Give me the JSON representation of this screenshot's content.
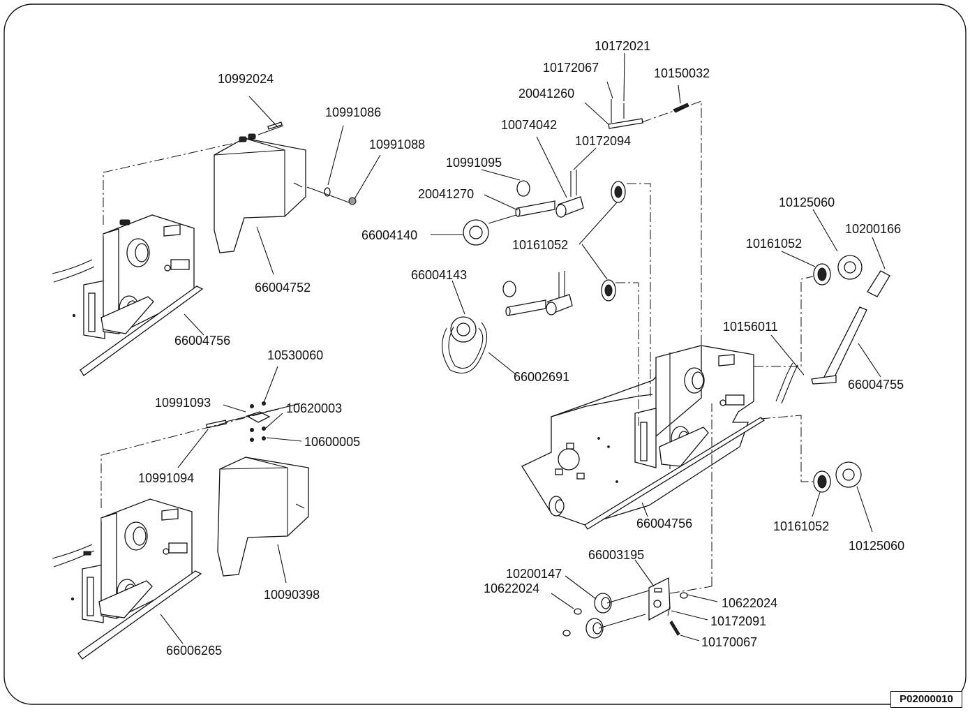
{
  "drawing_number": "P02000010",
  "callouts": {
    "c10992024": "10992024",
    "c10991086": "10991086",
    "c10991088": "10991088",
    "c66004752": "66004752",
    "c66004756_left": "66004756",
    "c10530060": "10530060",
    "c10991093": "10991093",
    "c10620003": "10620003",
    "c10600005": "10600005",
    "c10991094": "10991094",
    "c10090398": "10090398",
    "c66006265": "66006265",
    "c10172021": "10172021",
    "c10172067": "10172067",
    "c10150032": "10150032",
    "c20041260": "20041260",
    "c10074042": "10074042",
    "c10172094": "10172094",
    "c10991095": "10991095",
    "c20041270": "20041270",
    "c66004140": "66004140",
    "c10161052_mid": "10161052",
    "c66004143": "66004143",
    "c66002691": "66002691",
    "c10125060_top": "10125060",
    "c10200166": "10200166",
    "c10161052_top": "10161052",
    "c10156011": "10156011",
    "c66004755": "66004755",
    "c66004756_right": "66004756",
    "c10161052_bottom": "10161052",
    "c10125060_bottom": "10125060",
    "c66003195": "66003195",
    "c10200147": "10200147",
    "c10622024_left": "10622024",
    "c10622024_right": "10622024",
    "c10172091": "10172091",
    "c10170067": "10170067"
  }
}
